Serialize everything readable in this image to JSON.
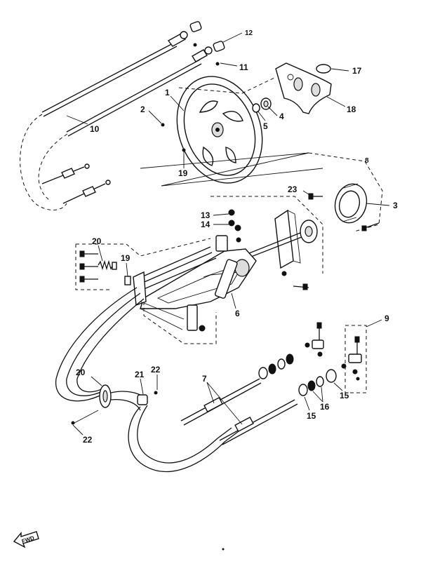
{
  "callouts": {
    "c1": "1",
    "c2": "2",
    "c3": "3",
    "c4": "4",
    "c5": "5",
    "c6": "6",
    "c7": "7",
    "c8": "8",
    "c9": "9",
    "c10": "10",
    "c11": "11",
    "c12": "12",
    "c13": "13",
    "c14": "14",
    "c15a": "15",
    "c15b": "15",
    "c16": "16",
    "c17": "17",
    "c18": "18",
    "c19a": "19",
    "c19b": "19",
    "c20a": "20",
    "c20b": "20",
    "c21": "21",
    "c22a": "22",
    "c22b": "22",
    "c23": "23"
  },
  "direction_marker": "FWD"
}
